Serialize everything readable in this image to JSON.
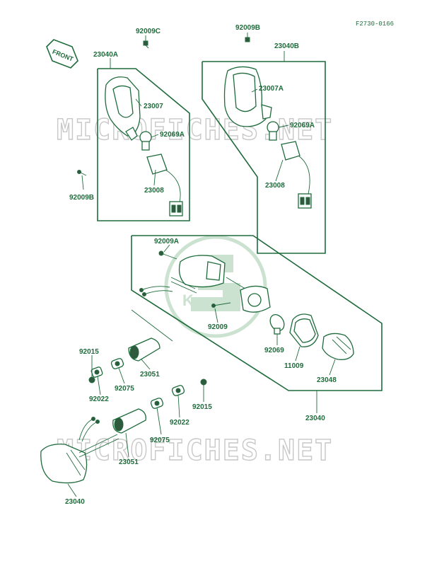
{
  "diagram": {
    "code": "F2730-0166",
    "front_label": "FRONT",
    "watermark": "MICROFICHES.NET",
    "logo_text": "Kawasaki",
    "parts": [
      "92009C",
      "23040A",
      "23007",
      "92069A",
      "23008",
      "92009B",
      "92009B",
      "23040B",
      "23007A",
      "92069A",
      "23008",
      "92009A",
      "92009",
      "92069",
      "11009",
      "23048",
      "23040",
      "92015",
      "92075",
      "92022",
      "23051",
      "92015",
      "92022",
      "92075",
      "23051",
      "23040"
    ]
  }
}
